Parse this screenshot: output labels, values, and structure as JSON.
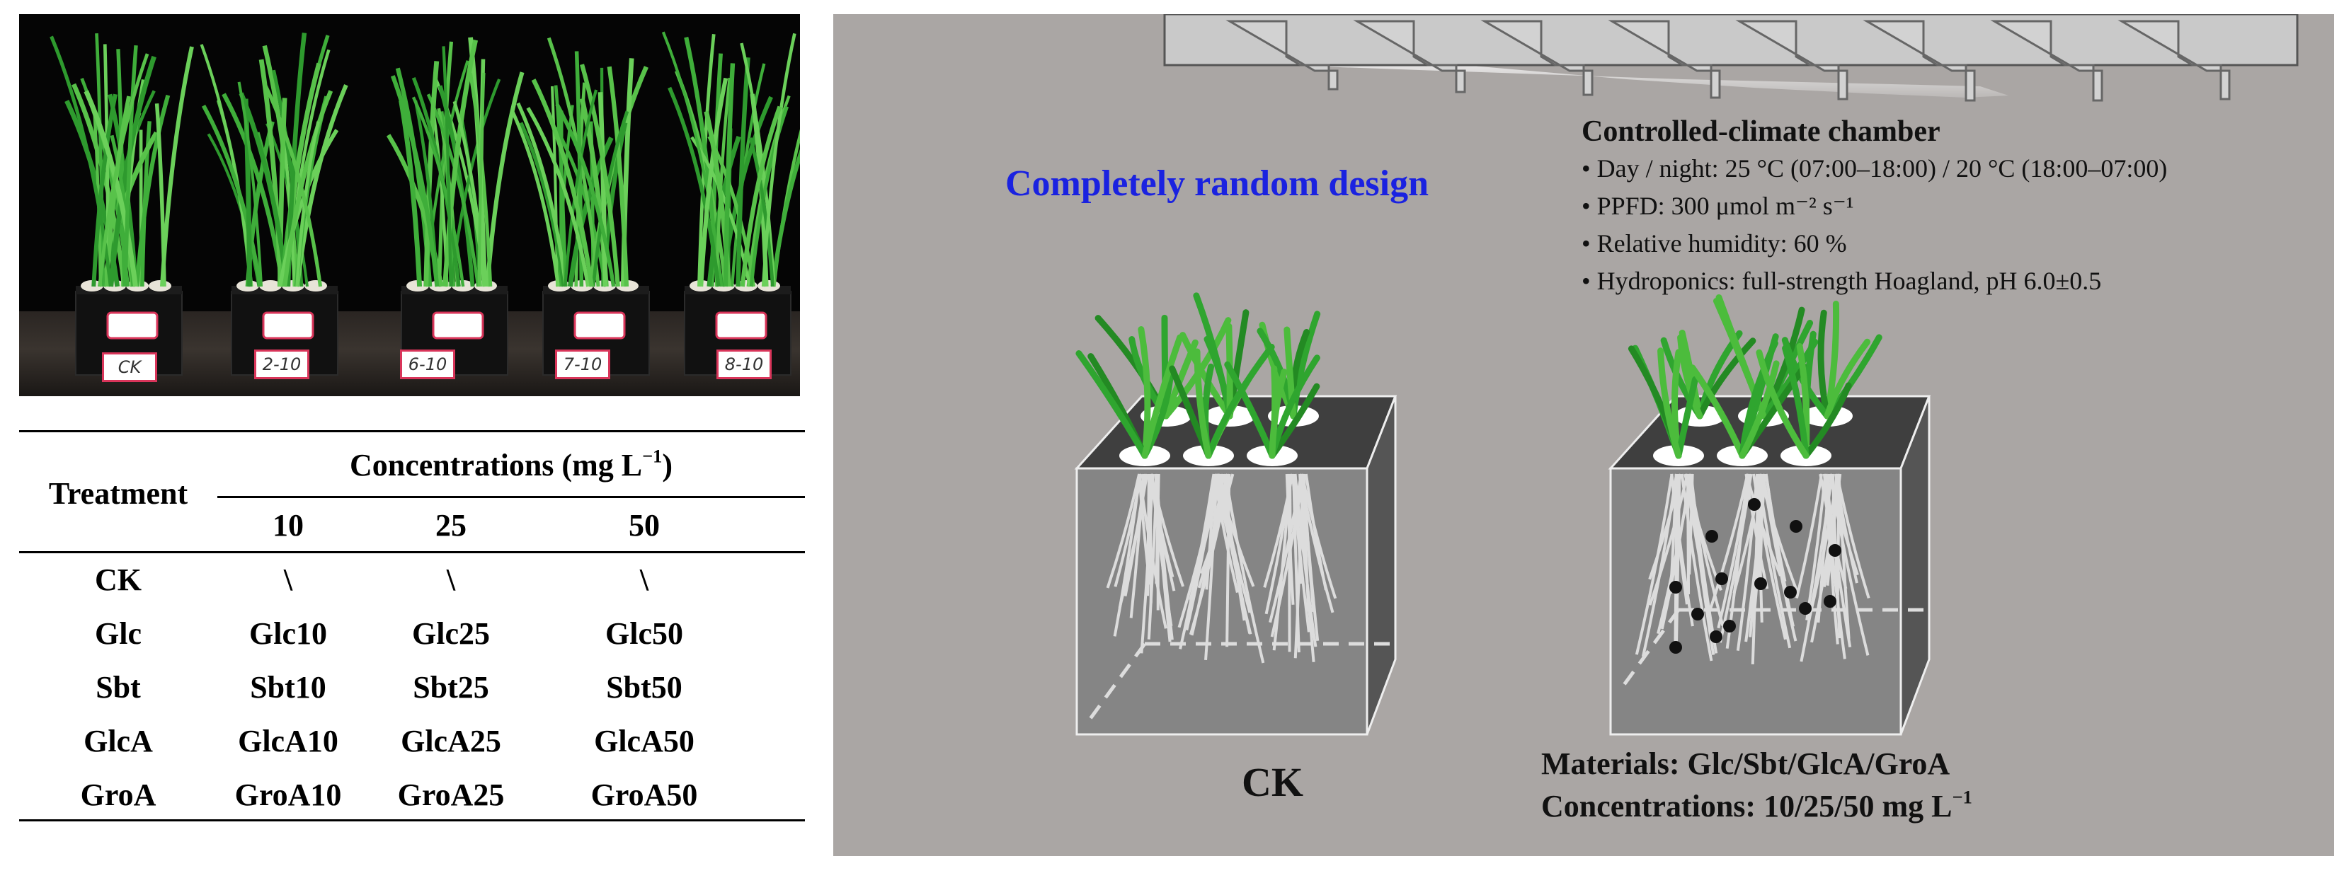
{
  "photo": {
    "pot_labels": [
      "CK",
      "2-10",
      "6-10",
      "7-10",
      "8-10"
    ]
  },
  "table": {
    "header_treatment": "Treatment",
    "header_concentrations": "Concentrations (mg L",
    "header_concentrations_sup": "−1",
    "header_concentrations_end": ")",
    "levels": [
      "10",
      "25",
      "50"
    ],
    "rows": [
      [
        "CK",
        "\\",
        "\\",
        "\\"
      ],
      [
        "Glc",
        "Glc10",
        "Glc25",
        "Glc50"
      ],
      [
        "Sbt",
        "Sbt10",
        "Sbt25",
        "Sbt50"
      ],
      [
        "GlcA",
        "GlcA10",
        "GlcA25",
        "GlcA50"
      ],
      [
        "GroA",
        "GroA10",
        "GroA25",
        "GroA50"
      ]
    ]
  },
  "diagram": {
    "design_title": "Completely random design",
    "chamber_title": "Controlled-climate chamber",
    "chamber_items": [
      "• Day / night: 25 °C (07:00–18:00) / 20 °C (18:00–07:00)",
      "• PPFD: 300 μmol m⁻² s⁻¹",
      "• Relative humidity: 60 %",
      "• Hydroponics: full-strength Hoagland, pH 6.0±0.5"
    ],
    "ck_label": "CK",
    "materials": "Materials: Glc/Sbt/GlcA/GroA",
    "concentrations": "Concentrations: 10/25/50 mg L",
    "concentrations_sup": "−1",
    "colors": {
      "title_blue": "#1a22e0",
      "panel_gray": "#aaa6a4",
      "leaf_green": "#2fa52f"
    }
  }
}
